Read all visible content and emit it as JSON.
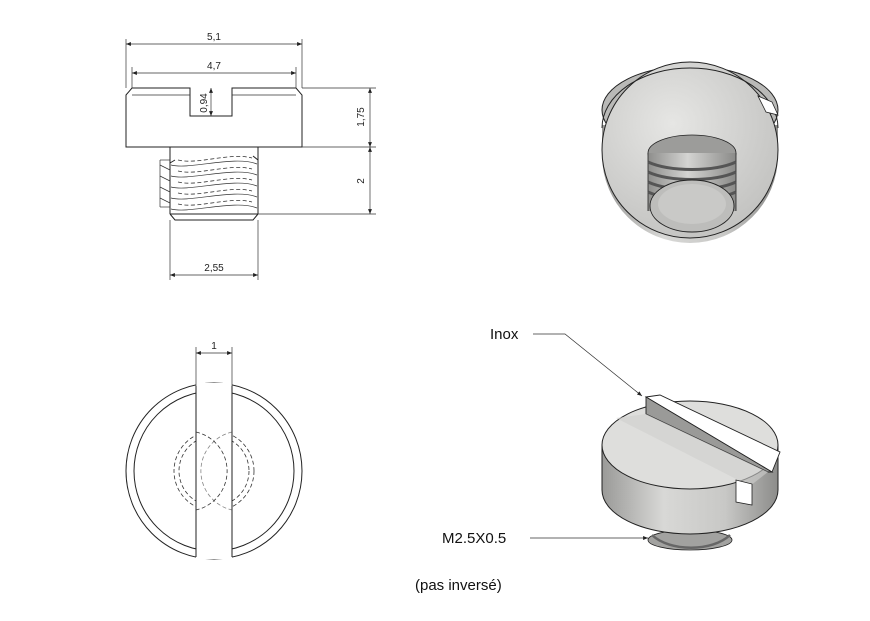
{
  "dimensions": {
    "head_diameter": "5,1",
    "slot_width_span": "4,7",
    "slot_depth": "0,94",
    "head_height": "1,75",
    "thread_length": "2",
    "thread_diameter": "2,55",
    "slot_width": "1"
  },
  "labels": {
    "material": "Inox",
    "thread": "M2.5X0.5",
    "note": "(pas inversé)"
  },
  "colors": {
    "line": "#222222",
    "metal_light": "#e2e2e0",
    "metal_mid": "#bdbdbb",
    "metal_dark": "#8a8a88"
  }
}
